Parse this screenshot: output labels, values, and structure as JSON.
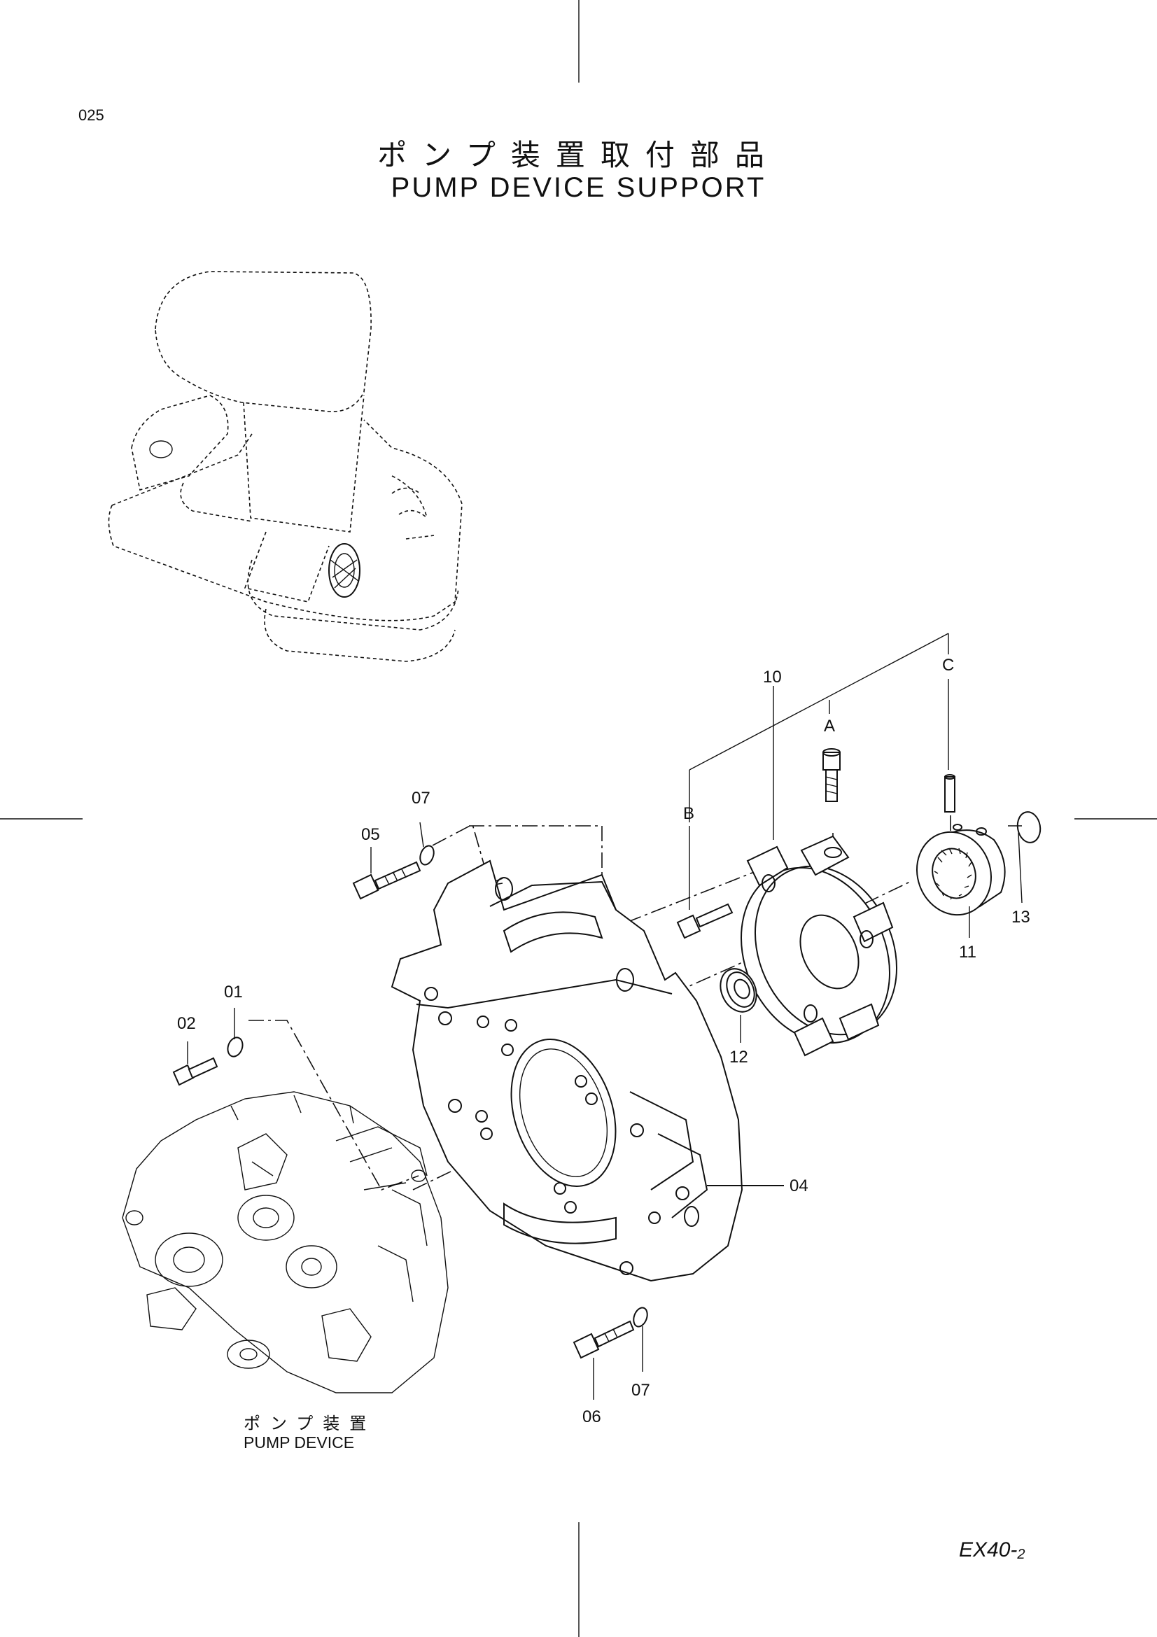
{
  "page_number": "025",
  "title_jp": "ポンプ装置取付部品",
  "title_en": "PUMP DEVICE SUPPORT",
  "model": {
    "main": "EX40-",
    "suffix": "2"
  },
  "pump_label": {
    "jp": "ポンプ装置",
    "en": "PUMP DEVICE"
  },
  "callouts": {
    "p01": "01",
    "p02": "02",
    "p04": "04",
    "p05": "05",
    "p06": "06",
    "p07a": "07",
    "p07b": "07",
    "p10": "10",
    "p11": "11",
    "p12": "12",
    "p13": "13",
    "ref_a": "A",
    "ref_b": "B",
    "ref_c": "C"
  }
}
